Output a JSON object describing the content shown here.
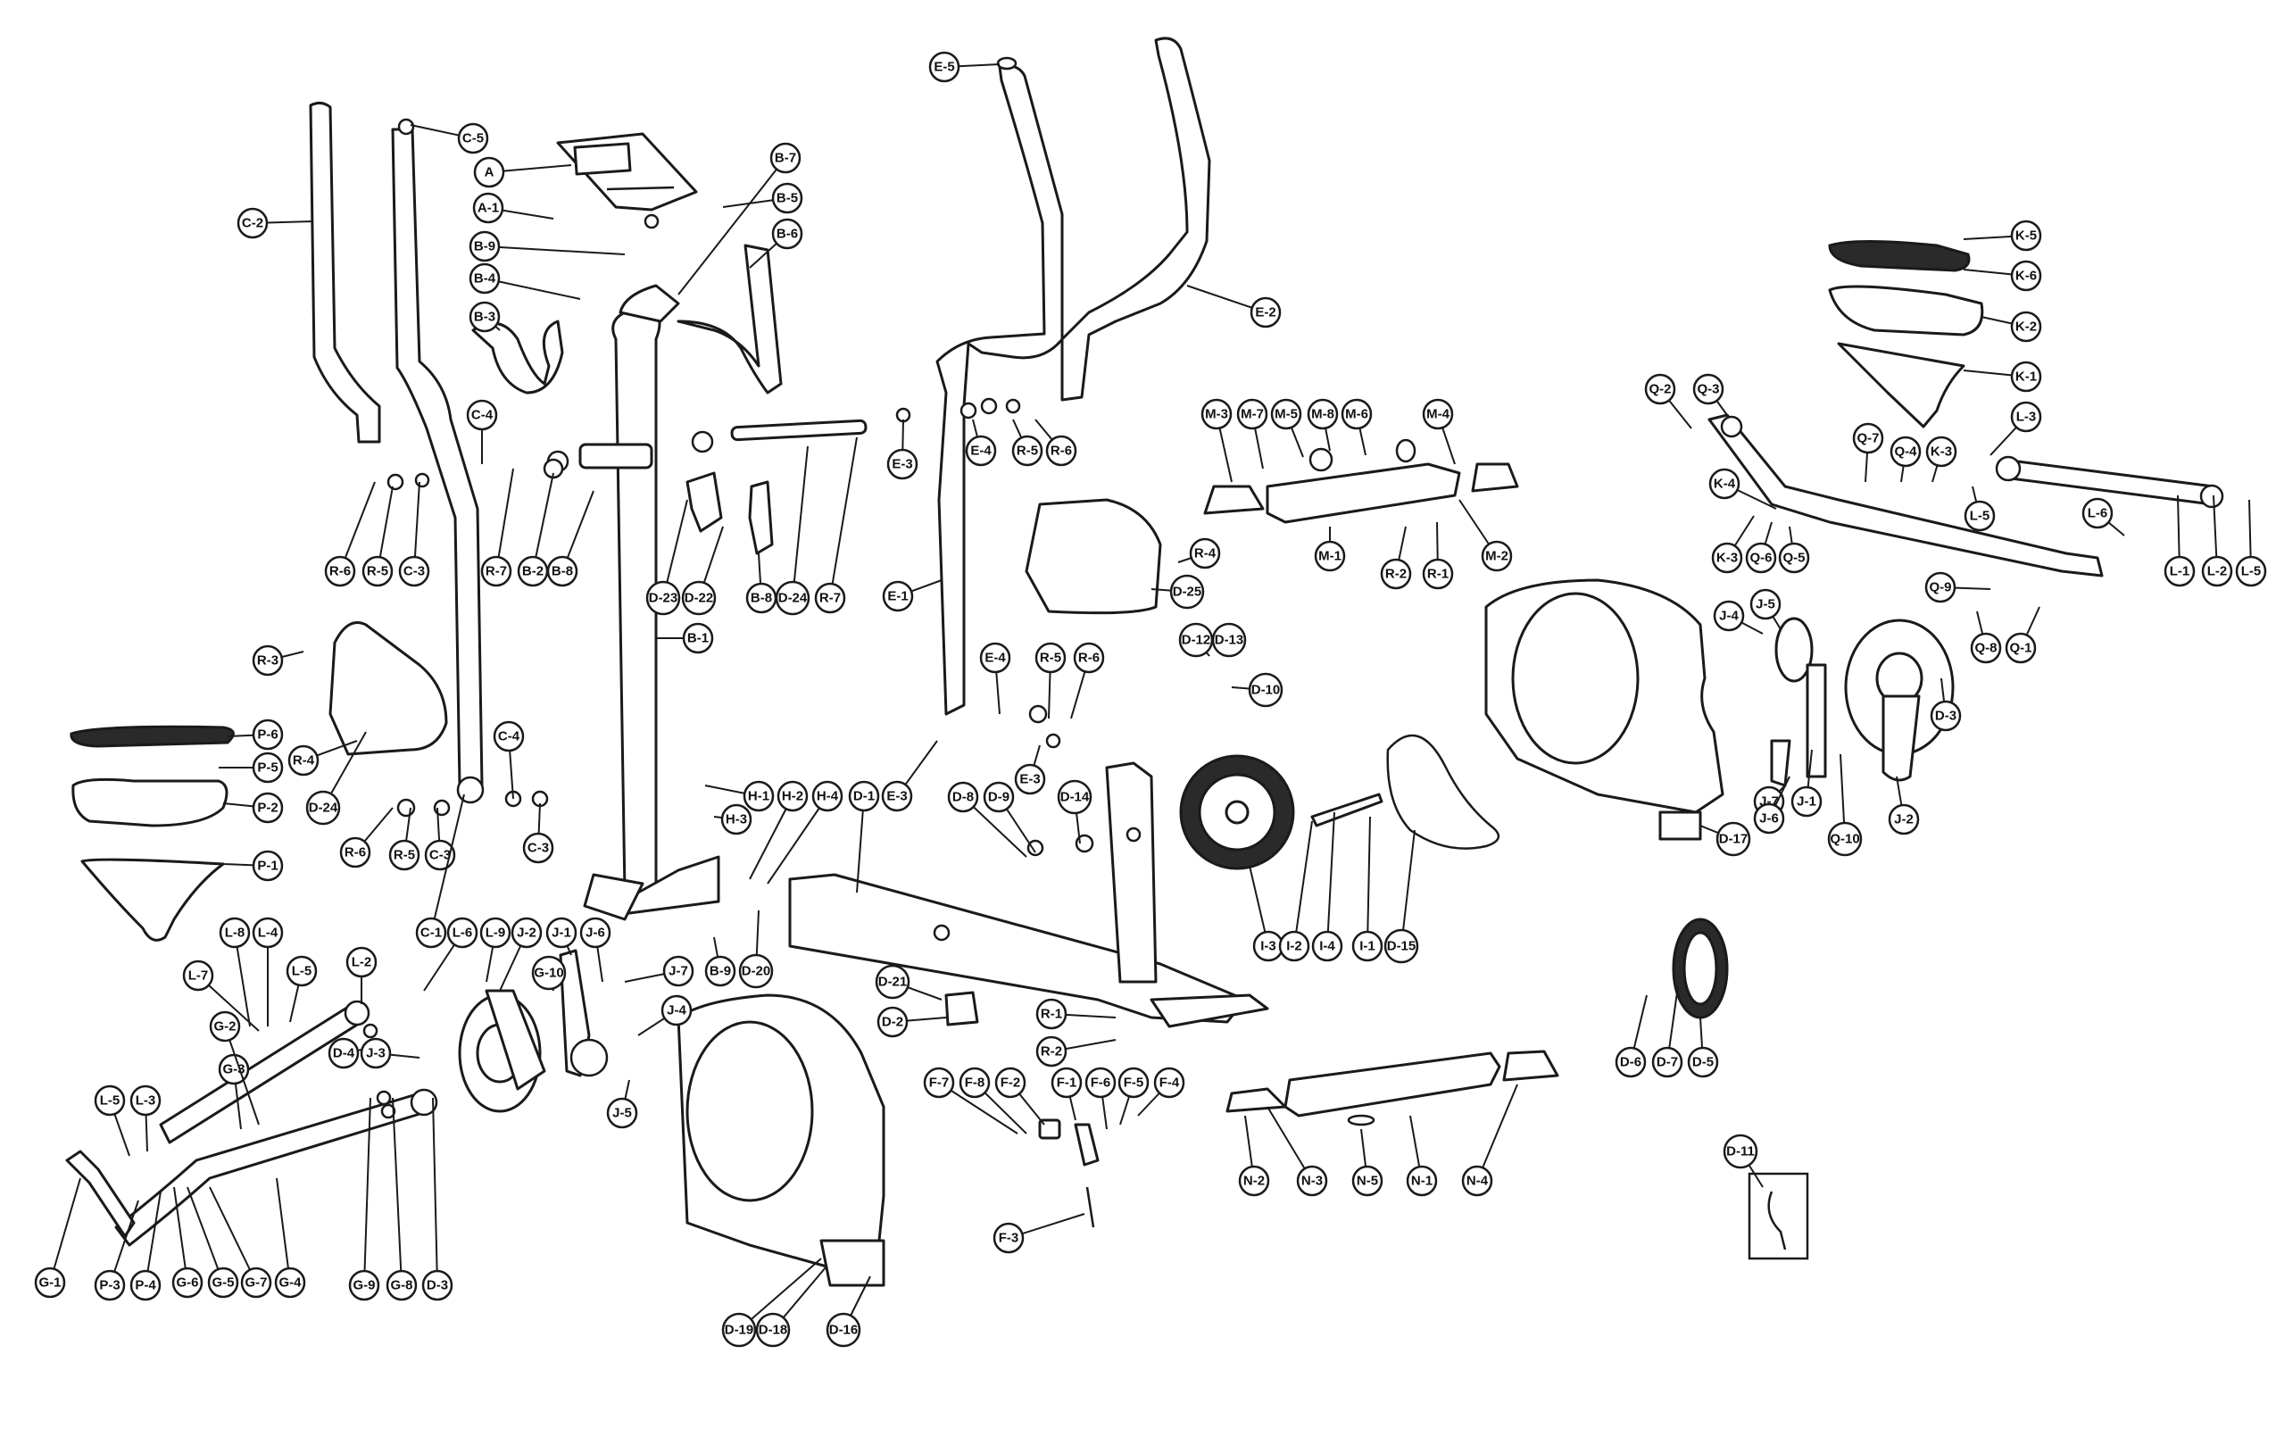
{
  "colors": {
    "line": "#1a1a1a",
    "background": "#ffffff",
    "fill": "#ffffff"
  },
  "callouts": [
    {
      "id": "c-5",
      "label": "C-5"
    },
    {
      "id": "a",
      "label": "A"
    },
    {
      "id": "a-1",
      "label": "A-1"
    },
    {
      "id": "b-9",
      "label": "B-9"
    },
    {
      "id": "b-4",
      "label": "B-4"
    },
    {
      "id": "b-3",
      "label": "B-3"
    },
    {
      "id": "c-2",
      "label": "C-2"
    },
    {
      "id": "b-7",
      "label": "B-7"
    },
    {
      "id": "b-5",
      "label": "B-5"
    },
    {
      "id": "b-6",
      "label": "B-6"
    },
    {
      "id": "e-5",
      "label": "E-5"
    },
    {
      "id": "e-2",
      "label": "E-2"
    },
    {
      "id": "c-4",
      "label": "C-4"
    },
    {
      "id": "r-6-a",
      "label": "R-6"
    },
    {
      "id": "r-5-a",
      "label": "R-5"
    },
    {
      "id": "c-3-a",
      "label": "C-3"
    },
    {
      "id": "r-7-a",
      "label": "R-7"
    },
    {
      "id": "b-2",
      "label": "B-2"
    },
    {
      "id": "b-8-a",
      "label": "B-8"
    },
    {
      "id": "d-23",
      "label": "D-23"
    },
    {
      "id": "d-22",
      "label": "D-22"
    },
    {
      "id": "b-8-b",
      "label": "B-8"
    },
    {
      "id": "d-24-a",
      "label": "D-24"
    },
    {
      "id": "r-7-b",
      "label": "R-7"
    },
    {
      "id": "e-3-a",
      "label": "E-3"
    },
    {
      "id": "e-4-a",
      "label": "E-4"
    },
    {
      "id": "r-5-b",
      "label": "R-5"
    },
    {
      "id": "r-6-b",
      "label": "R-6"
    },
    {
      "id": "e-1",
      "label": "E-1"
    },
    {
      "id": "b-1",
      "label": "B-1"
    },
    {
      "id": "m-3",
      "label": "M-3"
    },
    {
      "id": "m-7",
      "label": "M-7"
    },
    {
      "id": "m-5",
      "label": "M-5"
    },
    {
      "id": "m-8",
      "label": "M-8"
    },
    {
      "id": "m-6",
      "label": "M-6"
    },
    {
      "id": "m-4",
      "label": "M-4"
    },
    {
      "id": "m-1",
      "label": "M-1"
    },
    {
      "id": "r-2-a",
      "label": "R-2"
    },
    {
      "id": "r-1-a",
      "label": "R-1"
    },
    {
      "id": "m-2",
      "label": "M-2"
    },
    {
      "id": "r-4-a",
      "label": "R-4"
    },
    {
      "id": "d-25",
      "label": "D-25"
    },
    {
      "id": "q-2",
      "label": "Q-2"
    },
    {
      "id": "q-3",
      "label": "Q-3"
    },
    {
      "id": "k-5",
      "label": "K-5"
    },
    {
      "id": "k-6",
      "label": "K-6"
    },
    {
      "id": "k-2",
      "label": "K-2"
    },
    {
      "id": "k-1",
      "label": "K-1"
    },
    {
      "id": "l-3-a",
      "label": "L-3"
    },
    {
      "id": "q-7",
      "label": "Q-7"
    },
    {
      "id": "q-4",
      "label": "Q-4"
    },
    {
      "id": "k-3-a",
      "label": "K-3"
    },
    {
      "id": "l-5-a",
      "label": "L-5"
    },
    {
      "id": "k-4",
      "label": "K-4"
    },
    {
      "id": "k-3-b",
      "label": "K-3"
    },
    {
      "id": "q-6",
      "label": "Q-6"
    },
    {
      "id": "q-5",
      "label": "Q-5"
    },
    {
      "id": "l-6-a",
      "label": "L-6"
    },
    {
      "id": "l-1-a",
      "label": "L-1"
    },
    {
      "id": "l-2-a",
      "label": "L-2"
    },
    {
      "id": "l-5-b",
      "label": "L-5"
    },
    {
      "id": "q-9",
      "label": "Q-9"
    },
    {
      "id": "q-8",
      "label": "Q-8"
    },
    {
      "id": "q-1",
      "label": "Q-1"
    },
    {
      "id": "j-5-a",
      "label": "J-5"
    },
    {
      "id": "j-4-a",
      "label": "J-4"
    },
    {
      "id": "d-3-a",
      "label": "D-3"
    },
    {
      "id": "r-3",
      "label": "R-3"
    },
    {
      "id": "d-12",
      "label": "D-12"
    },
    {
      "id": "d-13",
      "label": "D-13"
    },
    {
      "id": "d-10",
      "label": "D-10"
    },
    {
      "id": "e-4-b",
      "label": "E-4"
    },
    {
      "id": "r-5-c",
      "label": "R-5"
    },
    {
      "id": "r-6-c",
      "label": "R-6"
    },
    {
      "id": "p-6",
      "label": "P-6"
    },
    {
      "id": "r-4-b",
      "label": "R-4"
    },
    {
      "id": "p-5",
      "label": "P-5"
    },
    {
      "id": "d-24-b",
      "label": "D-24"
    },
    {
      "id": "c-4-b",
      "label": "C-4"
    },
    {
      "id": "e-3-b",
      "label": "E-3"
    },
    {
      "id": "p-2",
      "label": "P-2"
    },
    {
      "id": "h-1",
      "label": "H-1"
    },
    {
      "id": "h-3",
      "label": "H-3"
    },
    {
      "id": "h-2",
      "label": "H-2"
    },
    {
      "id": "h-4",
      "label": "H-4"
    },
    {
      "id": "d-1",
      "label": "D-1"
    },
    {
      "id": "e-3-c",
      "label": "E-3"
    },
    {
      "id": "d-8",
      "label": "D-8"
    },
    {
      "id": "d-9",
      "label": "D-9"
    },
    {
      "id": "d-14",
      "label": "D-14"
    },
    {
      "id": "r-6-d",
      "label": "R-6"
    },
    {
      "id": "r-5-d",
      "label": "R-5"
    },
    {
      "id": "c-3-b",
      "label": "C-3"
    },
    {
      "id": "c-3-c",
      "label": "C-3"
    },
    {
      "id": "j-7-a",
      "label": "J-7"
    },
    {
      "id": "j-6-a",
      "label": "J-6"
    },
    {
      "id": "j-1-a",
      "label": "J-1"
    },
    {
      "id": "d-17",
      "label": "D-17"
    },
    {
      "id": "j-2-a",
      "label": "J-2"
    },
    {
      "id": "q-10",
      "label": "Q-10"
    },
    {
      "id": "p-1",
      "label": "P-1"
    },
    {
      "id": "c-1",
      "label": "C-1"
    },
    {
      "id": "l-6-b",
      "label": "L-6"
    },
    {
      "id": "l-9",
      "label": "L-9"
    },
    {
      "id": "j-2-b",
      "label": "J-2"
    },
    {
      "id": "j-1-b",
      "label": "J-1"
    },
    {
      "id": "j-6-b",
      "label": "J-6"
    },
    {
      "id": "l-8",
      "label": "L-8"
    },
    {
      "id": "l-4",
      "label": "L-4"
    },
    {
      "id": "b-9-b",
      "label": "B-9"
    },
    {
      "id": "d-20",
      "label": "D-20"
    },
    {
      "id": "i-3",
      "label": "I-3"
    },
    {
      "id": "i-2",
      "label": "I-2"
    },
    {
      "id": "i-4",
      "label": "I-4"
    },
    {
      "id": "i-1",
      "label": "I-1"
    },
    {
      "id": "d-15",
      "label": "D-15"
    },
    {
      "id": "l-7",
      "label": "L-7"
    },
    {
      "id": "l-5-c",
      "label": "L-5"
    },
    {
      "id": "l-2-b",
      "label": "L-2"
    },
    {
      "id": "g-10",
      "label": "G-10"
    },
    {
      "id": "j-7-b",
      "label": "J-7"
    },
    {
      "id": "d-21",
      "label": "D-21"
    },
    {
      "id": "d-2",
      "label": "D-2"
    },
    {
      "id": "j-4-b",
      "label": "J-4"
    },
    {
      "id": "g-3",
      "label": "G-3"
    },
    {
      "id": "g-2",
      "label": "G-2"
    },
    {
      "id": "d-4",
      "label": "D-4"
    },
    {
      "id": "j-3",
      "label": "J-3"
    },
    {
      "id": "r-1-b",
      "label": "R-1"
    },
    {
      "id": "r-2-b",
      "label": "R-2"
    },
    {
      "id": "l-5-d",
      "label": "L-5"
    },
    {
      "id": "l-3-b",
      "label": "L-3"
    },
    {
      "id": "j-5-b",
      "label": "J-5"
    },
    {
      "id": "f-7",
      "label": "F-7"
    },
    {
      "id": "f-8",
      "label": "F-8"
    },
    {
      "id": "f-2",
      "label": "F-2"
    },
    {
      "id": "f-1",
      "label": "F-1"
    },
    {
      "id": "f-6",
      "label": "F-6"
    },
    {
      "id": "f-5",
      "label": "F-5"
    },
    {
      "id": "f-4",
      "label": "F-4"
    },
    {
      "id": "d-6",
      "label": "D-6"
    },
    {
      "id": "d-7",
      "label": "D-7"
    },
    {
      "id": "d-5",
      "label": "D-5"
    },
    {
      "id": "f-3",
      "label": "F-3"
    },
    {
      "id": "n-2",
      "label": "N-2"
    },
    {
      "id": "n-3",
      "label": "N-3"
    },
    {
      "id": "n-5",
      "label": "N-5"
    },
    {
      "id": "n-1",
      "label": "N-1"
    },
    {
      "id": "n-4",
      "label": "N-4"
    },
    {
      "id": "d-11",
      "label": "D-11"
    },
    {
      "id": "g-1",
      "label": "G-1"
    },
    {
      "id": "p-3",
      "label": "P-3"
    },
    {
      "id": "p-4",
      "label": "P-4"
    },
    {
      "id": "g-6",
      "label": "G-6"
    },
    {
      "id": "g-5",
      "label": "G-5"
    },
    {
      "id": "g-7",
      "label": "G-7"
    },
    {
      "id": "g-4",
      "label": "G-4"
    },
    {
      "id": "g-9",
      "label": "G-9"
    },
    {
      "id": "g-8",
      "label": "G-8"
    },
    {
      "id": "d-3-b",
      "label": "D-3"
    },
    {
      "id": "d-19",
      "label": "D-19"
    },
    {
      "id": "d-18",
      "label": "D-18"
    },
    {
      "id": "d-16",
      "label": "D-16"
    }
  ]
}
